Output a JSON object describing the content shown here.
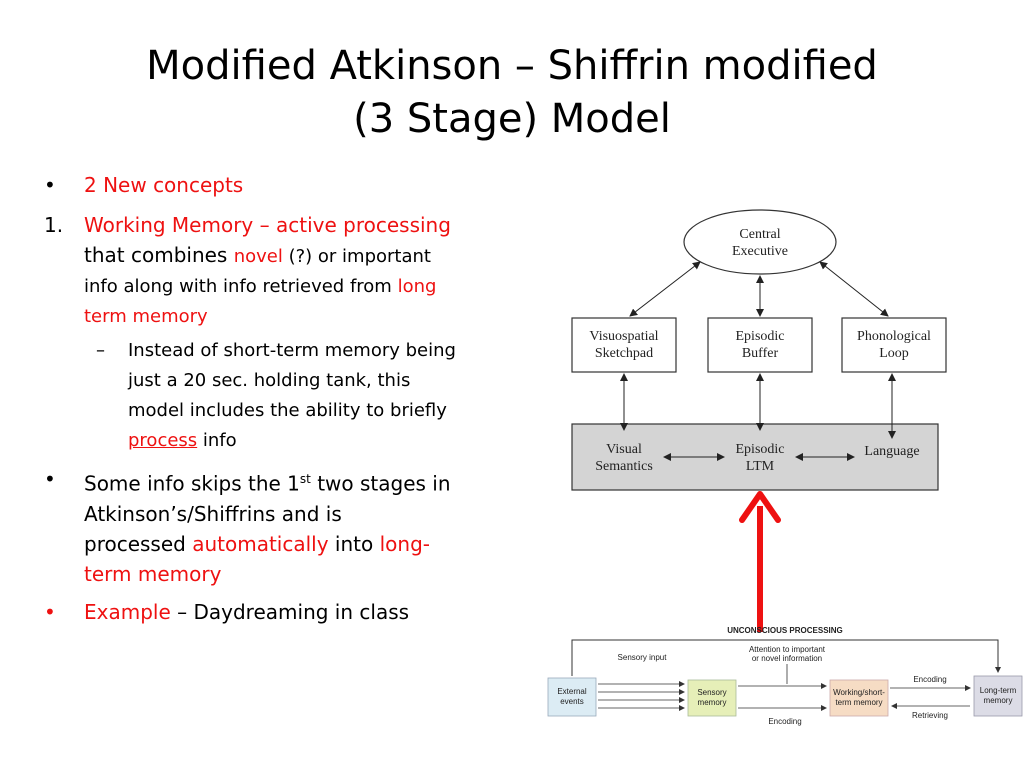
{
  "slide": {
    "title_line1": "Modified Atkinson – Shiffrin modified",
    "title_line2": "(3 Stage) Model"
  },
  "notes": {
    "b1": "2 New concepts",
    "n1_num": "1.",
    "n1_red": "Working Memory – active processing",
    "n1_a": "that combines ",
    "n1_novel": "novel",
    "n1_b": " (?) or important",
    "n1_c": "info along with info retrieved from ",
    "n1_long": "long",
    "n1_term": "term memory",
    "sub1": "Instead of short-term memory being",
    "sub2": "just a 20 sec. holding tank, this",
    "sub3": "model includes the ability to briefly",
    "sub4_process": "process",
    "sub4_info": " info",
    "b2_a": "Some info skips the 1",
    "b2_sup": "st",
    "b2_b": " two stages in",
    "b2_l2": "Atkinson’s/Shiffrins and is",
    "b2_l3a": "processed ",
    "b2_auto": "automatically",
    "b2_into": " into ",
    "b2_long": "long-",
    "b2_l4": "term memory",
    "b3_red": "Example",
    "b3_rest": " – Daydreaming in class",
    "bullet": "•",
    "dash": "–"
  },
  "model": {
    "central_l1": "Central",
    "central_l2": "Executive",
    "visuo_l1": "Visuospatial",
    "visuo_l2": "Sketchpad",
    "episodic_l1": "Episodic",
    "episodic_l2": "Buffer",
    "phon_l1": "Phonological",
    "phon_l2": "Loop",
    "vs_l1": "Visual",
    "vs_l2": "Semantics",
    "eltm_l1": "Episodic",
    "eltm_l2": "LTM",
    "language": "Language"
  },
  "bottom": {
    "heading": "UNCONSCIOUS PROCESSING",
    "sensory_input": "Sensory input",
    "attention_l1": "Attention to important",
    "attention_l2": "or novel information",
    "ext_l1": "External",
    "ext_l2": "events",
    "sens_l1": "Sensory",
    "sens_l2": "memory",
    "work_l1": "Working/short-",
    "work_l2": "term memory",
    "ltm_l1": "Long-term",
    "ltm_l2": "memory",
    "encoding_top": "Encoding",
    "encoding_bottom": "Encoding",
    "retrieving": "Retrieving"
  },
  "colors": {
    "emphasis": "#ee1111",
    "ltm_band": "#d4d4d4",
    "ext_box": "#dcecf4",
    "sensory_box": "#e6efb8",
    "working_box": "#f6dcc4",
    "ltm_box": "#dcdce6"
  }
}
